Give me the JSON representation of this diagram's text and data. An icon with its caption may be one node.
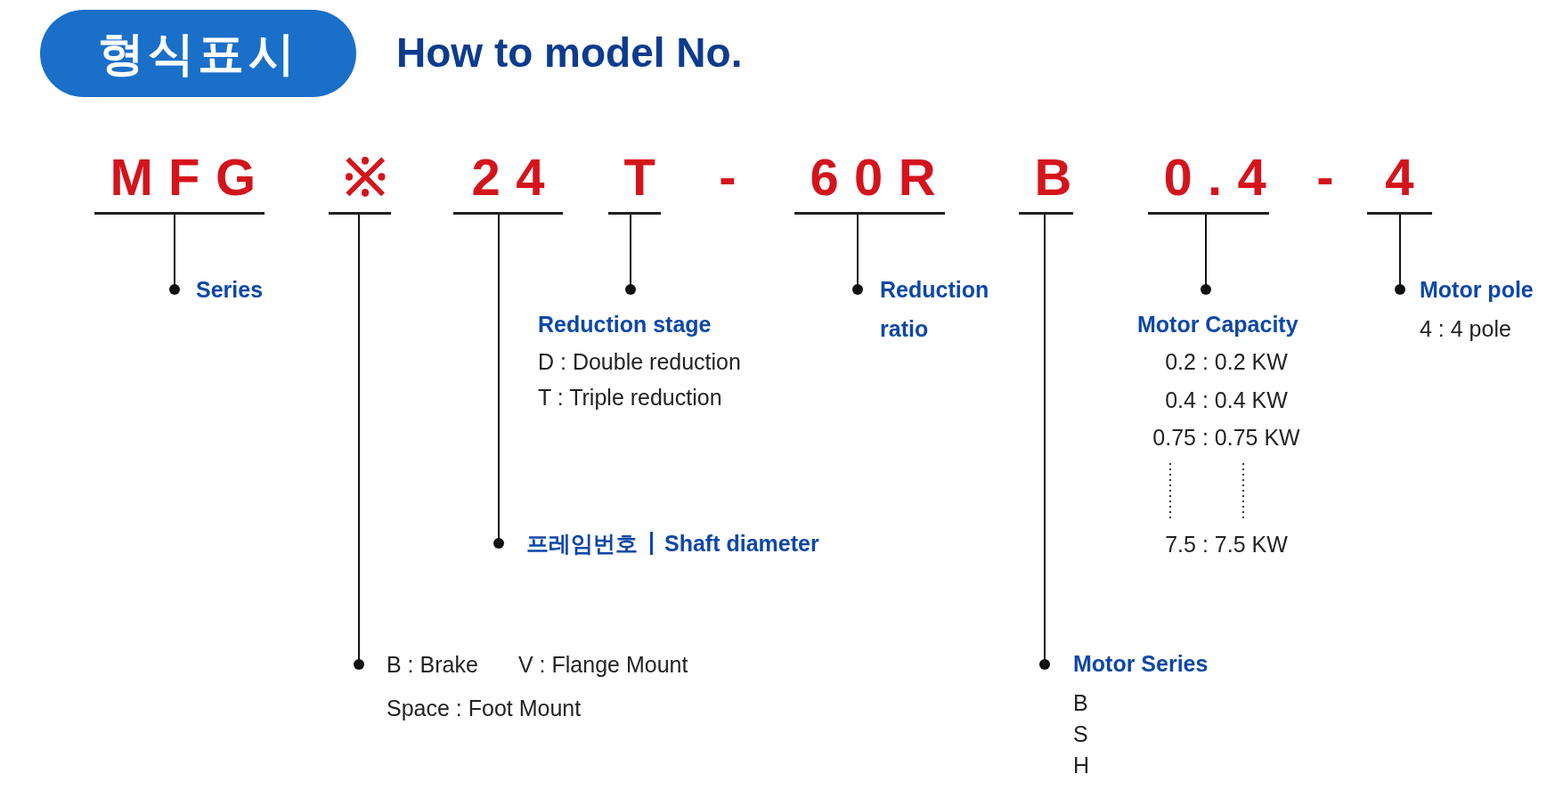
{
  "diagram": {
    "title": "How to model No.",
    "nodes": [
      {
        "text": [
          "형식표시"
        ]
      },
      {
        "text": [
          "MFG"
        ]
      },
      {
        "text": [
          "※"
        ]
      },
      {
        "text": [
          "24"
        ]
      },
      {
        "text": [
          "T"
        ]
      },
      {
        "text": [
          "60R"
        ]
      },
      {
        "text": [
          "B"
        ]
      },
      {
        "text": [
          "0.4"
        ]
      },
      {
        "text": [
          "4"
        ]
      },
      {
        "text": [
          "Series"
        ]
      },
      {
        "text": [
          "Reduction ratio"
        ]
      },
      {
        "text": [
          "Motor pole",
          "4 : 4 pole"
        ]
      },
      {
        "text": [
          "Reduction stage",
          "D : Double reduction",
          "T : Triple reduction"
        ]
      },
      {
        "text": [
          "Motor Capacity",
          "0.2 : 0.2 KW",
          "0.4 : 0.4 KW",
          "0.75 : 0.75 KW",
          "7.5 : 7.5 KW"
        ]
      },
      {
        "text": [
          "프레임번호",
          "Shaft diameter"
        ]
      },
      {
        "text": [
          "B : Brake",
          "V : Flange Mount",
          "Space : Foot Mount"
        ]
      },
      {
        "text": [
          "Motor Series",
          "B",
          "S",
          "H"
        ]
      }
    ],
    "edges": [
      {
        "from": 1,
        "to": 9,
        "arrow": "other"
      },
      {
        "from": 2,
        "to": 15,
        "arrow": "other"
      },
      {
        "from": 3,
        "to": 14,
        "arrow": "other"
      },
      {
        "from": 4,
        "to": 12,
        "arrow": "other"
      },
      {
        "from": 5,
        "to": 10,
        "arrow": "other"
      },
      {
        "from": 6,
        "to": 16,
        "arrow": "other"
      },
      {
        "from": 7,
        "to": 13,
        "arrow": "other"
      },
      {
        "from": 8,
        "to": 11,
        "arrow": "other"
      }
    ],
    "labels": [
      "-",
      "-"
    ]
  }
}
